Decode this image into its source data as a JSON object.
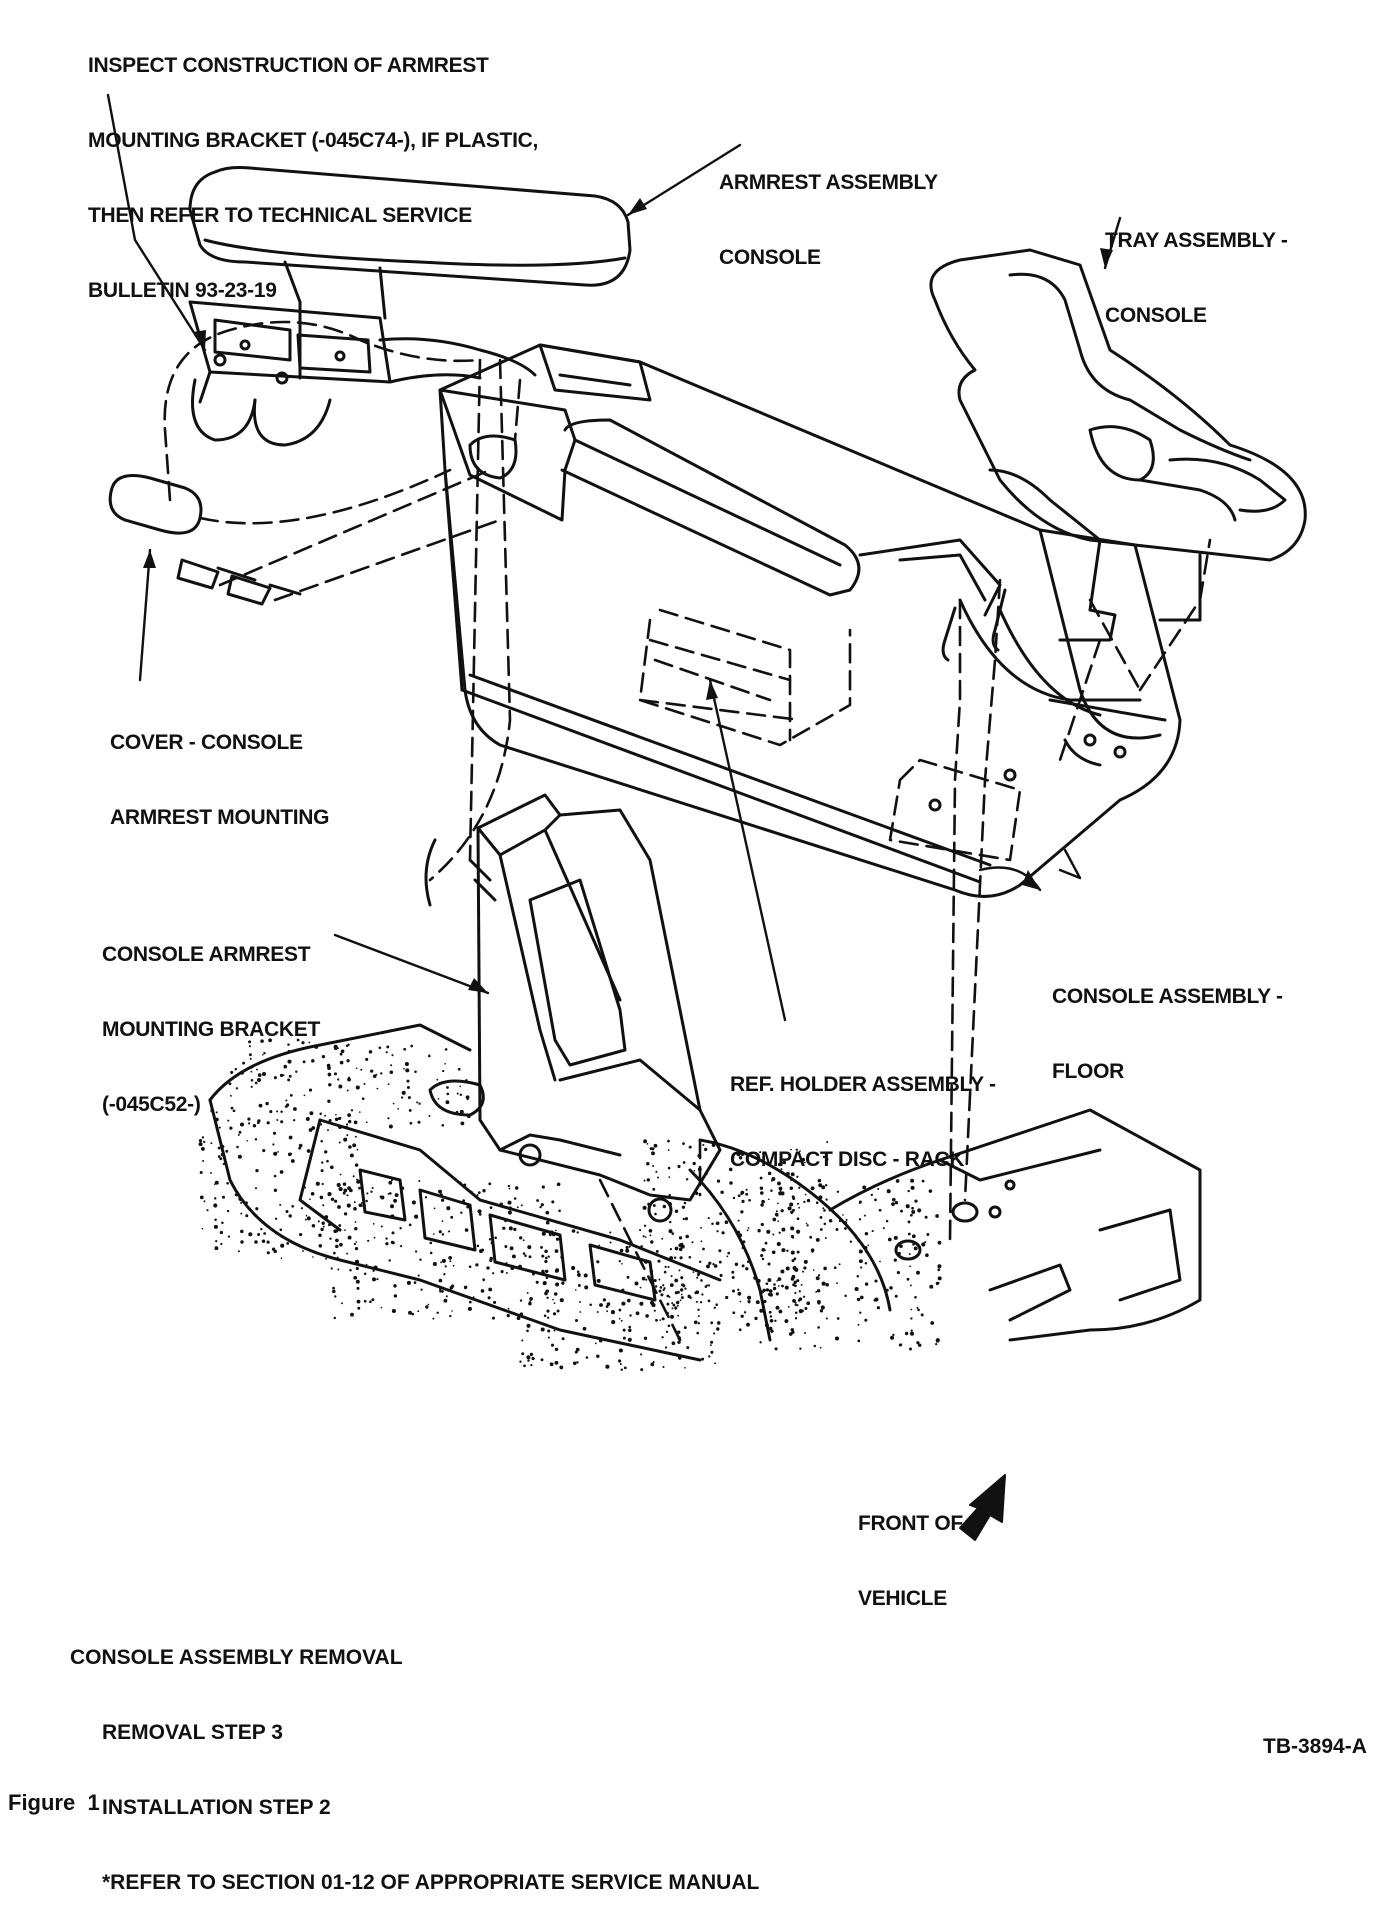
{
  "callouts": {
    "inspect": [
      "INSPECT CONSTRUCTION OF ARMREST",
      "MOUNTING BRACKET (-045C74-), IF PLASTIC,",
      "THEN REFER TO TECHNICAL SERVICE",
      "BULLETIN 93-23-19"
    ],
    "armrest": [
      "ARMREST ASSEMBLY",
      "CONSOLE"
    ],
    "tray": [
      "TRAY ASSEMBLY -",
      "CONSOLE"
    ],
    "cover": [
      "COVER - CONSOLE",
      "ARMREST MOUNTING"
    ],
    "bracket": [
      "CONSOLE ARMREST",
      "MOUNTING BRACKET",
      "(-045C52-)"
    ],
    "floor": [
      "CONSOLE ASSEMBLY -",
      "FLOOR"
    ],
    "cd_rack": [
      "REF. HOLDER ASSEMBLY -",
      "COMPACT DISC - RACK"
    ],
    "front": [
      "FRONT OF",
      "VEHICLE"
    ]
  },
  "caption": {
    "title": "CONSOLE ASSEMBLY REMOVAL",
    "steps": [
      "REMOVAL STEP 3",
      "INSTALLATION STEP 2",
      "*REFER TO SECTION 01-12 OF APPROPRIATE SERVICE MANUAL"
    ]
  },
  "drawing_id": "TB-3894-A",
  "figure_label": "Figure  1"
}
